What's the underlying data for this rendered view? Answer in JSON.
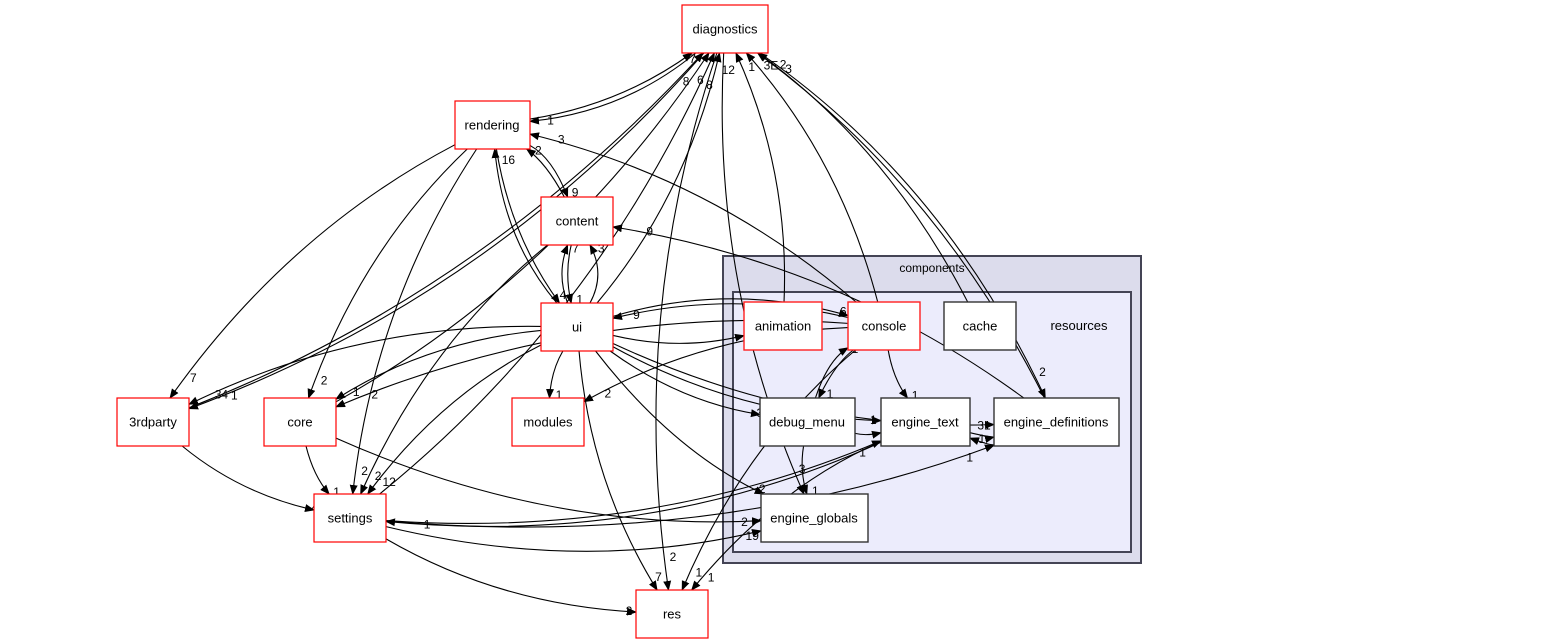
{
  "title": "Directory dependency graph",
  "clusters": {
    "outer": {
      "label": "components"
    },
    "inner": {
      "label": "resources"
    }
  },
  "nodes": [
    {
      "id": "diagnostics",
      "label": "diagnostics",
      "kind": "external"
    },
    {
      "id": "rendering",
      "label": "rendering",
      "kind": "external"
    },
    {
      "id": "content",
      "label": "content",
      "kind": "external"
    },
    {
      "id": "ui",
      "label": "ui",
      "kind": "external"
    },
    {
      "id": "3rdparty",
      "label": "3rdparty",
      "kind": "external"
    },
    {
      "id": "core",
      "label": "core",
      "kind": "external"
    },
    {
      "id": "modules",
      "label": "modules",
      "kind": "external"
    },
    {
      "id": "settings",
      "label": "settings",
      "kind": "external"
    },
    {
      "id": "res",
      "label": "res",
      "kind": "external"
    },
    {
      "id": "animation",
      "label": "animation",
      "kind": "internal-linked"
    },
    {
      "id": "console",
      "label": "console",
      "kind": "internal-linked"
    },
    {
      "id": "cache",
      "label": "cache",
      "kind": "internal"
    },
    {
      "id": "debug_menu",
      "label": "debug_menu",
      "kind": "internal"
    },
    {
      "id": "engine_text",
      "label": "engine_text",
      "kind": "internal"
    },
    {
      "id": "engine_definitions",
      "label": "engine_definitions",
      "kind": "internal"
    },
    {
      "id": "engine_globals",
      "label": "engine_globals",
      "kind": "internal"
    }
  ],
  "edges": [
    {
      "from": "rendering",
      "to": "diagnostics",
      "label": "7"
    },
    {
      "from": "diagnostics",
      "to": "rendering",
      "label": "1"
    },
    {
      "from": "content",
      "to": "rendering",
      "label": "2"
    },
    {
      "from": "rendering",
      "to": "content",
      "label": "9"
    },
    {
      "from": "rendering",
      "to": "ui",
      "label": "4"
    },
    {
      "from": "ui",
      "to": "rendering",
      "label": "16"
    },
    {
      "from": "console",
      "to": "rendering",
      "label": "3"
    },
    {
      "from": "content",
      "to": "ui",
      "label": "1"
    },
    {
      "from": "ui",
      "to": "content",
      "label": "7"
    },
    {
      "from": "console",
      "to": "ui",
      "label": "9"
    },
    {
      "from": "engine_definitions",
      "to": "content",
      "label": "9"
    },
    {
      "from": "ui",
      "to": "content",
      "label": "3"
    },
    {
      "from": "ui",
      "to": "diagnostics",
      "label": "12"
    },
    {
      "from": "animation",
      "to": "diagnostics",
      "label": "1"
    },
    {
      "from": "console",
      "to": "diagnostics",
      "label": "3E"
    },
    {
      "from": "cache",
      "to": "diagnostics",
      "label": "2"
    },
    {
      "from": "engine_definitions",
      "to": "diagnostics",
      "label": "3"
    },
    {
      "from": "3rdparty",
      "to": "diagnostics",
      "label": "8"
    },
    {
      "from": "core",
      "to": "diagnostics",
      "label": "6"
    },
    {
      "from": "settings",
      "to": "diagnostics",
      "label": "8"
    },
    {
      "from": "ui",
      "to": "animation",
      "label": "1"
    },
    {
      "from": "ui",
      "to": "console",
      "label": "6"
    },
    {
      "from": "ui",
      "to": "debug_menu",
      "label": "3"
    },
    {
      "from": "console",
      "to": "debug_menu",
      "label": "1"
    },
    {
      "from": "debug_menu",
      "to": "console",
      "label": "1"
    },
    {
      "from": "debug_menu",
      "to": "engine_text",
      "label": "9"
    },
    {
      "from": "ui",
      "to": "engine_text",
      "label": "1"
    },
    {
      "from": "console",
      "to": "engine_text",
      "label": "1"
    },
    {
      "from": "engine_text",
      "to": "engine_definitions",
      "label": "6"
    },
    {
      "from": "ui",
      "to": "engine_definitions",
      "label": "31"
    },
    {
      "from": "engine_definitions",
      "to": "engine_text",
      "label": "1"
    },
    {
      "from": "diagnostics",
      "to": "engine_definitions",
      "label": "2"
    },
    {
      "from": "settings",
      "to": "engine_text",
      "label": "1"
    },
    {
      "from": "settings",
      "to": "engine_definitions",
      "label": "1"
    },
    {
      "from": "debug_menu",
      "to": "engine_globals",
      "label": "1"
    },
    {
      "from": "diagnostics",
      "to": "engine_globals",
      "label": "3"
    },
    {
      "from": "settings",
      "to": "engine_globals",
      "label": "19"
    },
    {
      "from": "ui",
      "to": "engine_globals",
      "label": "2"
    },
    {
      "from": "core",
      "to": "engine_globals",
      "label": "2"
    },
    {
      "from": "ui",
      "to": "modules",
      "label": "1"
    },
    {
      "from": "console",
      "to": "modules",
      "label": "2"
    },
    {
      "from": "ui",
      "to": "3rdparty",
      "label": "34"
    },
    {
      "from": "rendering",
      "to": "3rdparty",
      "label": "7"
    },
    {
      "from": "diagnostics",
      "to": "3rdparty",
      "label": "1"
    },
    {
      "from": "ui",
      "to": "core",
      "label": "1"
    },
    {
      "from": "rendering",
      "to": "core",
      "label": "2"
    },
    {
      "from": "console",
      "to": "core",
      "label": "2"
    },
    {
      "from": "core",
      "to": "settings",
      "label": "1"
    },
    {
      "from": "ui",
      "to": "settings",
      "label": "12"
    },
    {
      "from": "3rdparty",
      "to": "settings",
      "label": "4"
    },
    {
      "from": "content",
      "to": "settings",
      "label": "2"
    },
    {
      "from": "rendering",
      "to": "settings",
      "label": "2"
    },
    {
      "from": "engine_text",
      "to": "settings",
      "label": "1"
    },
    {
      "from": "ui",
      "to": "res",
      "label": "7"
    },
    {
      "from": "settings",
      "to": "res",
      "label": "2"
    },
    {
      "from": "engine_text",
      "to": "res",
      "label": "1"
    },
    {
      "from": "console",
      "to": "res",
      "label": "1"
    },
    {
      "from": "diagnostics",
      "to": "res",
      "label": "2"
    }
  ]
}
